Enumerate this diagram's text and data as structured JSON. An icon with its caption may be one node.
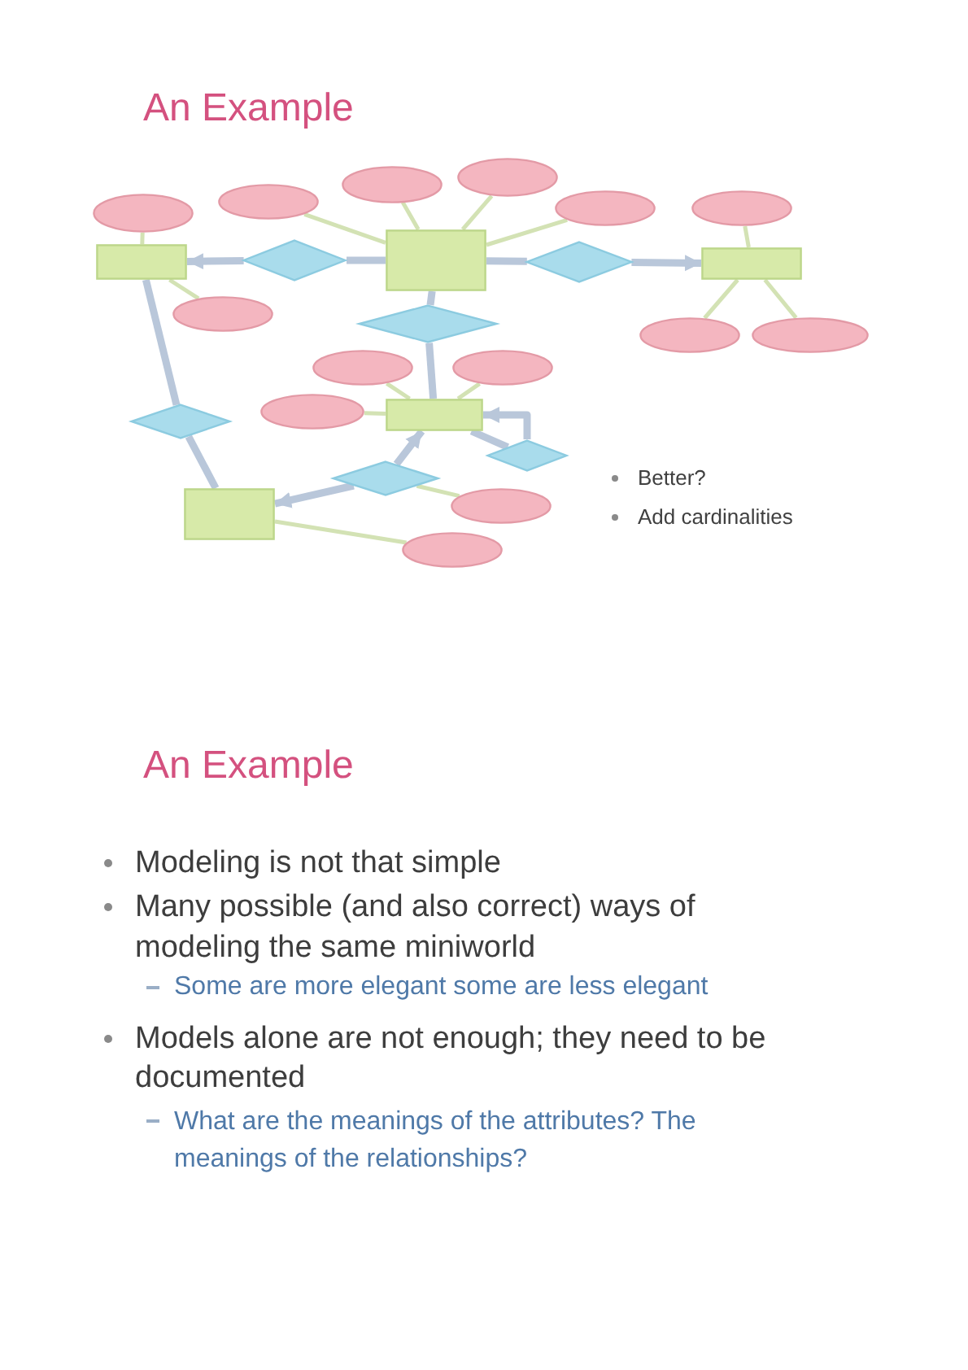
{
  "diagram": {
    "title": "An Example",
    "nodes": [
      {
        "text": [],
        "shape": "ellipse"
      },
      {
        "text": [],
        "shape": "ellipse"
      },
      {
        "text": [],
        "shape": "ellipse"
      },
      {
        "text": [],
        "shape": "ellipse"
      },
      {
        "text": [],
        "shape": "ellipse"
      },
      {
        "text": [],
        "shape": "ellipse"
      },
      {
        "text": [],
        "shape": "box"
      },
      {
        "text": [],
        "shape": "diamond"
      },
      {
        "text": [],
        "shape": "box"
      },
      {
        "text": [],
        "shape": "diamond"
      },
      {
        "text": [],
        "shape": "box"
      },
      {
        "text": [],
        "shape": "ellipse"
      },
      {
        "text": [],
        "shape": "diamond"
      },
      {
        "text": [],
        "shape": "ellipse"
      },
      {
        "text": [],
        "shape": "ellipse"
      },
      {
        "text": [],
        "shape": "ellipse"
      },
      {
        "text": [],
        "shape": "ellipse"
      },
      {
        "text": [],
        "shape": "diamond"
      },
      {
        "text": [],
        "shape": "ellipse"
      },
      {
        "text": [],
        "shape": "box"
      },
      {
        "text": [],
        "shape": "diamond"
      },
      {
        "text": [],
        "shape": "diamond"
      },
      {
        "text": [],
        "shape": "box"
      },
      {
        "text": [],
        "shape": "ellipse"
      },
      {
        "text": [],
        "shape": "ellipse"
      }
    ],
    "edges": [
      {
        "from": 2,
        "to": 6,
        "arrow": "none"
      },
      {
        "from": 11,
        "to": 6,
        "arrow": "none"
      },
      {
        "from": 3,
        "to": 8,
        "arrow": "none"
      },
      {
        "from": 0,
        "to": 8,
        "arrow": "none"
      },
      {
        "from": 1,
        "to": 8,
        "arrow": "none"
      },
      {
        "from": 4,
        "to": 8,
        "arrow": "none"
      },
      {
        "from": 5,
        "to": 10,
        "arrow": "none"
      },
      {
        "from": 13,
        "to": 10,
        "arrow": "none"
      },
      {
        "from": 14,
        "to": 10,
        "arrow": "none"
      },
      {
        "from": 15,
        "to": 19,
        "arrow": "none"
      },
      {
        "from": 16,
        "to": 19,
        "arrow": "none"
      },
      {
        "from": 18,
        "to": 19,
        "arrow": "none"
      },
      {
        "from": 20,
        "to": 23,
        "arrow": "none"
      },
      {
        "from": 24,
        "to": 22,
        "arrow": "none"
      },
      {
        "from": 7,
        "to": 6,
        "arrow": "to",
        "style": "thick",
        "color": "#b9c7da"
      },
      {
        "from": 7,
        "to": 8,
        "arrow": "none",
        "style": "thick",
        "color": "#b9c7da"
      },
      {
        "from": 9,
        "to": 8,
        "arrow": "none",
        "style": "thick",
        "color": "#b9c7da"
      },
      {
        "from": 9,
        "to": 10,
        "arrow": "to",
        "style": "thick",
        "color": "#b9c7da"
      },
      {
        "from": 8,
        "to": 12,
        "arrow": "none",
        "style": "thick",
        "color": "#b9c7da"
      },
      {
        "from": 12,
        "to": 19,
        "arrow": "none",
        "style": "thick",
        "color": "#b9c7da"
      },
      {
        "from": 6,
        "to": 17,
        "arrow": "none",
        "style": "thick",
        "color": "#b9c7da"
      },
      {
        "from": 17,
        "to": 22,
        "arrow": "none",
        "style": "thick",
        "color": "#b9c7da"
      },
      {
        "from": 20,
        "to": 22,
        "arrow": "to",
        "style": "thick",
        "color": "#b9c7da"
      },
      {
        "from": 20,
        "to": 19,
        "arrow": "to",
        "style": "thick",
        "color": "#b9c7da"
      },
      {
        "from": 21,
        "to": 19,
        "arrow": "to",
        "style": "thick",
        "color": "#b9c7da"
      },
      {
        "from": 19,
        "to": 21,
        "arrow": "none",
        "style": "thick",
        "color": "#b9c7da"
      }
    ],
    "labels": [
      "Better?",
      "Add cardinalities",
      "An Example",
      "Modeling is not that simple",
      "Many possible (and also correct) ways of modeling the same miniworld",
      "Some are more elegant some are less elegant",
      "Models alone are not enough; they need to be documented",
      "What are the meanings of the attributes? The meanings of the relationships?"
    ]
  }
}
